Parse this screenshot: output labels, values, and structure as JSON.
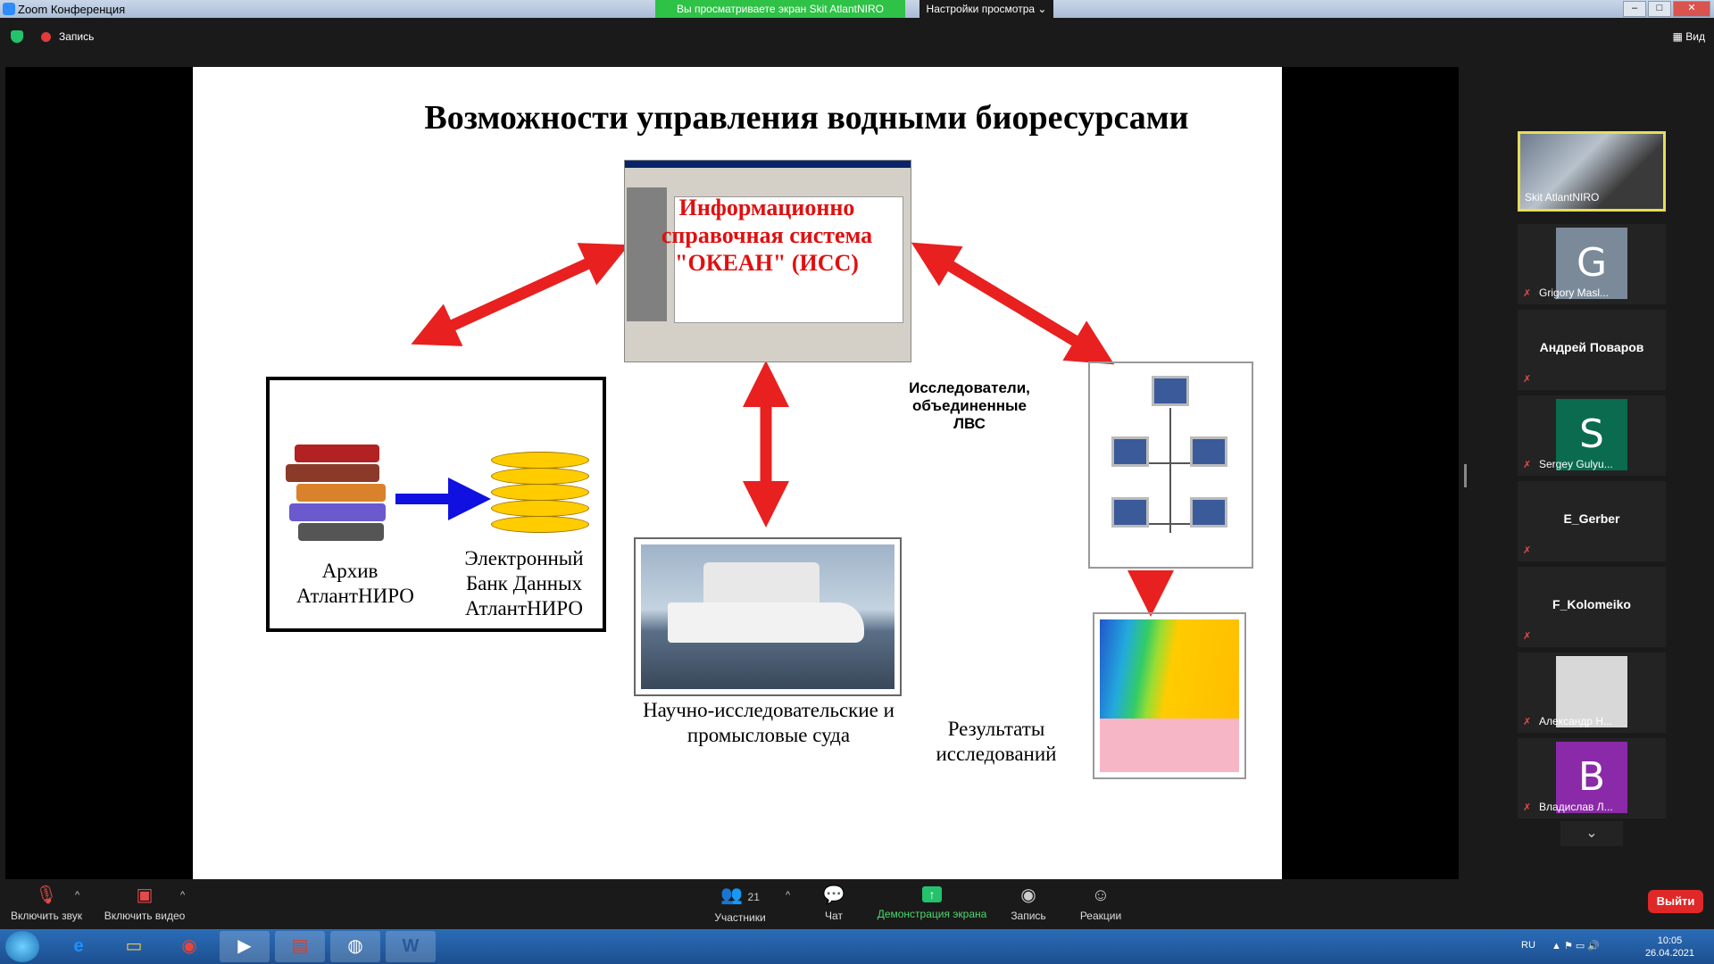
{
  "window": {
    "title": "Zoom Конференция",
    "viewing_banner": "Вы просматриваете экран Skit AtlantNIRO",
    "view_options": "Настройки просмотра ⌄",
    "minimize": "–",
    "maximize": "□",
    "close": "✕"
  },
  "topbar": {
    "record_label": "Запись",
    "view_label": "Вид"
  },
  "slide": {
    "title": "Возможности управления водными биоресурсами",
    "system_label": "Информационно справочная система \"ОКЕАН\" (ИСС)",
    "archive_label": "Архив АтлантНИРО",
    "bank_label": "Электронный Банк Данных АтлантНИРО",
    "vessels_label": "Научно-исследовательские и промысловые суда",
    "researchers_label": "Исследователи, объединенные ЛВС",
    "results_label": "Результаты исследований"
  },
  "participants": [
    {
      "name": "Skit AtlantNIRO",
      "type": "video",
      "active": true
    },
    {
      "name": "Grigory Masl...",
      "type": "avatar",
      "letter": "G",
      "color": "#7b8a99"
    },
    {
      "name": "Андрей Поваров",
      "type": "name"
    },
    {
      "name": "Sergey Gulyu...",
      "type": "avatar",
      "letter": "S",
      "color": "#0a6b4f"
    },
    {
      "name": "E_Gerber",
      "type": "name"
    },
    {
      "name": "F_Kolomeiko",
      "type": "name"
    },
    {
      "name": "Александр Н...",
      "type": "avatar",
      "letter": "",
      "color": "#d8d8d8"
    },
    {
      "name": "Владислав Л...",
      "type": "avatar",
      "letter": "B",
      "color": "#8b2aa8"
    }
  ],
  "controls": {
    "audio": "Включить звук",
    "video": "Включить видео",
    "participants": "Участники",
    "participants_count": "21",
    "chat": "Чат",
    "share": "Демонстрация экрана",
    "record": "Запись",
    "reactions": "Реакции",
    "leave": "Выйти"
  },
  "taskbar": {
    "language": "RU",
    "time": "10:05",
    "date": "26.04.2021"
  }
}
